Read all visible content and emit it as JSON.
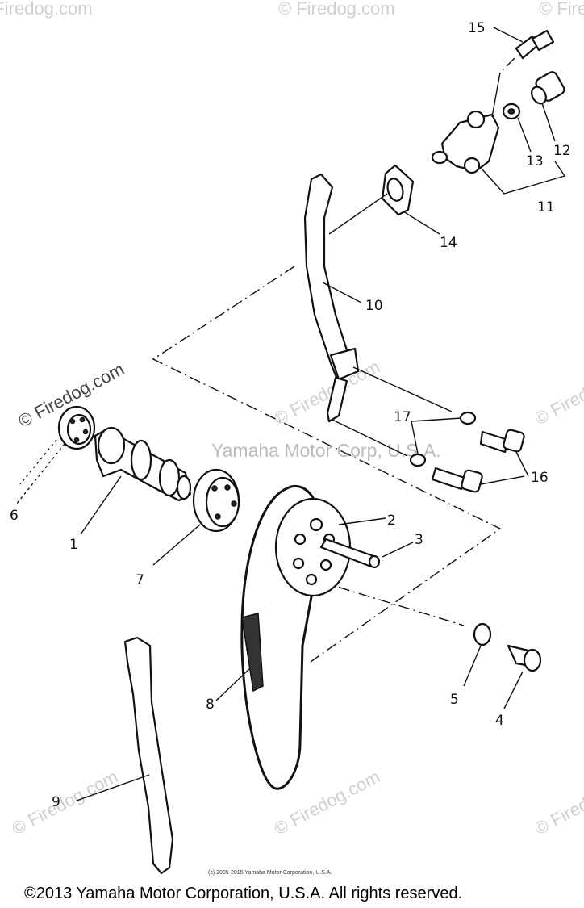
{
  "watermarks": {
    "repeat": "© Firedog.com",
    "center": "© Firedog.com",
    "yamaha": "Yamaha Motor Corp, U.S.A."
  },
  "labels": {
    "l1": "1",
    "l2": "2",
    "l3": "3",
    "l4": "4",
    "l5": "5",
    "l6": "6",
    "l7": "7",
    "l8": "8",
    "l9": "9",
    "l10": "10",
    "l11": "11",
    "l12": "12",
    "l13": "13",
    "l14": "14",
    "l15": "15",
    "l16": "16",
    "l17": "17"
  },
  "footer": {
    "small": "(c) 2005-2015 Yamaha Motor Corporation, U.S.A.",
    "main": "©2013 Yamaha Motor Corporation, U.S.A. All rights reserved."
  }
}
